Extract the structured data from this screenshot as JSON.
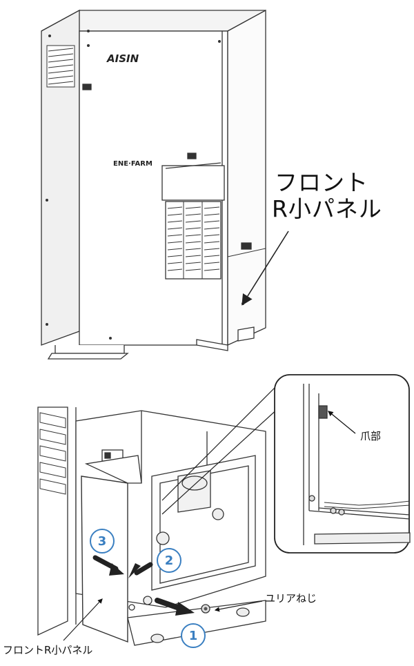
{
  "brand_logo": "AISIN",
  "product_logo": "ENE·FARM",
  "callout_top": {
    "line1": "フロント",
    "line2": "R小パネル"
  },
  "claw_label": "爪部",
  "screw_label": "ユリアねじ",
  "panel_label_bottom": "フロントR小パネル",
  "steps": [
    "1",
    "2",
    "3"
  ],
  "colors": {
    "step_accent": "#3a7fc1",
    "line": "#222222"
  }
}
